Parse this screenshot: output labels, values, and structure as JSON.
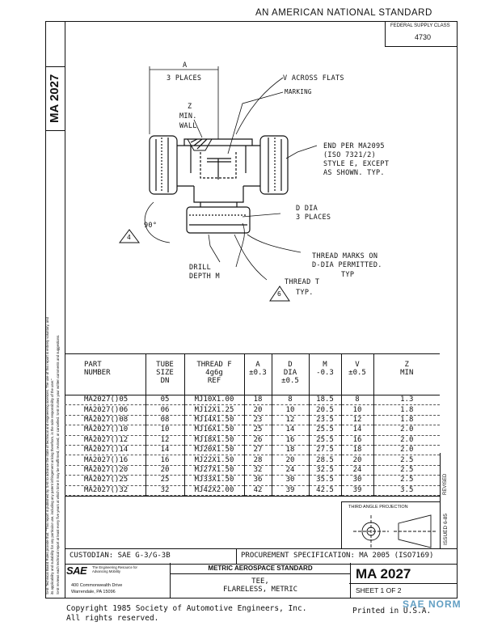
{
  "header": {
    "standard_title": "AN AMERICAN NATIONAL STANDARD",
    "federal_supply_label": "FEDERAL SUPPLY CLASS",
    "federal_supply_value": "4730"
  },
  "side": {
    "doc_number": "MA 2027",
    "disclaimer_lines": [
      "SAE Technical Board Rules provide that: \"This report is published by SAE to advance the state of technical and engineering sciences. The use of this report is entirely voluntary, and",
      "its applicability and suitability for any particular use, including any patent infringement arising therefrom, is the sole responsibility of the user.\"",
      "SAE reviews each technical report at least every five years at which time it may be reaffirmed, revised, or cancelled. SAE invites your written comments and suggestions."
    ],
    "revised_label": "REVISED",
    "issued_label": "ISSUED 6-85"
  },
  "drawing": {
    "a_label": "A",
    "a_places": "3 PLACES",
    "v_label": "V ACROSS FLATS",
    "marking_label": "MARKING",
    "z_label": "Z",
    "min_label": "MIN.",
    "wall_label": "WALL",
    "end_per_1": "END PER MA2095",
    "end_per_2": "(ISO 7321/2)",
    "end_per_3": "STYLE E, EXCEPT",
    "end_per_4": "AS SHOWN.  TYP.",
    "angle_label": "90°",
    "d_dia_label": "D DIA",
    "d_dia_places": "3 PLACES",
    "thread_marks_1": "THREAD MARKS ON",
    "thread_marks_2": "D-DIA PERMITTED.",
    "thread_marks_3": "TYP",
    "drill_label": "DRILL",
    "depth_label": "DEPTH M",
    "thread_t_label": "THREAD T",
    "thread_t_typ": "TYP.",
    "flag_4": "4",
    "flag_6": "6"
  },
  "table": {
    "headers": [
      [
        "PART",
        "NUMBER",
        ""
      ],
      [
        "TUBE",
        "SIZE",
        "DN"
      ],
      [
        "THREAD F",
        "4g6g",
        "REF"
      ],
      [
        "A",
        "±0.3",
        ""
      ],
      [
        "D",
        "DIA",
        "±0.5"
      ],
      [
        "M",
        "-0.3",
        ""
      ],
      [
        "V",
        "±0.5",
        ""
      ],
      [
        "Z",
        "MIN",
        ""
      ]
    ],
    "rows": [
      [
        "MA2027()05",
        "05",
        "MJ10X1.00",
        "18",
        "8",
        "18.5",
        "8",
        "1.3"
      ],
      [
        "MA2027()06",
        "06",
        "MJ12X1.25",
        "20",
        "10",
        "20.5",
        "10",
        "1.8"
      ],
      [
        "MA2027()08",
        "08",
        "MJ14X1.50",
        "23",
        "12",
        "23.5",
        "12",
        "1.8"
      ],
      [
        "MA2027()10",
        "10",
        "MJ16X1.50",
        "25",
        "14",
        "25.5",
        "14",
        "2.0"
      ],
      [
        "MA2027()12",
        "12",
        "MJ18X1.50",
        "26",
        "16",
        "25.5",
        "16",
        "2.0"
      ],
      [
        "MA2027()14",
        "14",
        "MJ20X1.50",
        "27",
        "18",
        "27.5",
        "18",
        "2.0"
      ],
      [
        "MA2027()16",
        "16",
        "MJ22X1.50",
        "28",
        "20",
        "28.5",
        "20",
        "2.5"
      ],
      [
        "MA2027()20",
        "20",
        "MJ27X1.50",
        "32",
        "24",
        "32.5",
        "24",
        "2.5"
      ],
      [
        "MA2027()25",
        "25",
        "MJ33X1.50",
        "36",
        "30",
        "35.5",
        "30",
        "2.5"
      ],
      [
        "MA2027()32",
        "32",
        "MJ42X2.00",
        "42",
        "39",
        "42.5",
        "39",
        "3.5"
      ]
    ]
  },
  "projection_label": "THIRD ANGLE PROJECTION",
  "custodian": "CUSTODIAN:  SAE G-3/G-3B",
  "procurement": "PROCUREMENT SPECIFICATION:  MA 2005 (ISO7169)",
  "titleblock": {
    "sae_logo": "SAE",
    "sae_sub": "The Engineering Resource for Advancing Mobility",
    "address_1": "400 Commonwealth Drive",
    "address_2": "Warrendale, PA  15096",
    "category": "METRIC AEROSPACE STANDARD",
    "title_1": "TEE,",
    "title_2": "FLARELESS, METRIC",
    "doc_number": "MA 2027",
    "sheet": "SHEET 1 OF 2"
  },
  "footer": {
    "copyright": "Copyright 1985 Society of Automotive Engineers, Inc.",
    "rights": "All rights reserved.",
    "printed": "Printed in U.S.A.",
    "watermark": "SAE NORM"
  }
}
